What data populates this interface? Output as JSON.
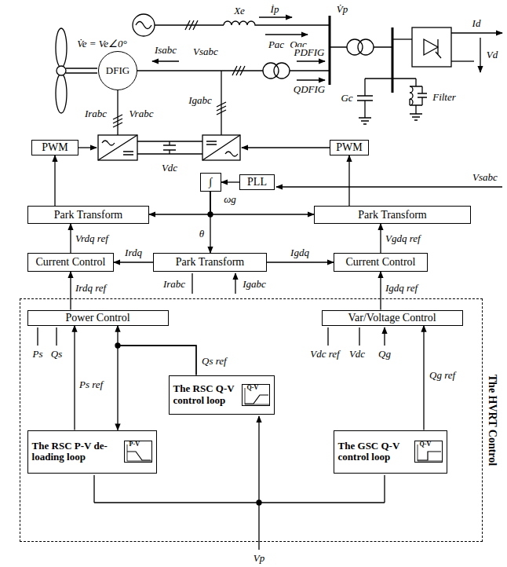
{
  "diagram": {
    "nodes": [
      {
        "text": [
          "DFIG"
        ]
      },
      {
        "text": [
          "PWM"
        ]
      },
      {
        "text": [
          "PWM"
        ]
      },
      {
        "text": [
          "∫"
        ]
      },
      {
        "text": [
          "PLL"
        ]
      },
      {
        "text": [
          "Park Transform"
        ]
      },
      {
        "text": [
          "Park Transform"
        ]
      },
      {
        "text": [
          "Current Control"
        ]
      },
      {
        "text": [
          "Park Transform"
        ]
      },
      {
        "text": [
          "Current Control"
        ]
      },
      {
        "text": [
          "The HVRT Control"
        ]
      },
      {
        "text": [
          "Power Control"
        ],
        "in": 10
      },
      {
        "text": [
          "Var/Voltage Control"
        ],
        "in": 10
      },
      {
        "text": [
          "The RSC Q-V control loop",
          "Q-V"
        ],
        "in": 10
      },
      {
        "text": [
          "The RSC P-V de-loading loop",
          "P-V"
        ],
        "in": 10
      },
      {
        "text": [
          "The GSC Q-V control loop",
          "Q-V"
        ],
        "in": 10
      }
    ],
    "edges": [
      {
        "from": 4,
        "to": 3,
        "arrow": "to"
      },
      {
        "from": 3,
        "to": 5,
        "arrow": "to"
      },
      {
        "from": 3,
        "to": 6,
        "arrow": "to"
      },
      {
        "from": 3,
        "to": 8,
        "arrow": "to"
      },
      {
        "from": 5,
        "to": 1,
        "arrow": "to"
      },
      {
        "from": 6,
        "to": 2,
        "arrow": "to"
      },
      {
        "from": 7,
        "to": 5,
        "label": "Vrdq ref",
        "arrow": "to"
      },
      {
        "from": 9,
        "to": 6,
        "label": "Vgdq ref",
        "arrow": "to"
      },
      {
        "from": 8,
        "to": 7,
        "label": "Irdq",
        "arrow": "to"
      },
      {
        "from": 8,
        "to": 9,
        "label": "Igdq",
        "arrow": "to"
      },
      {
        "from": 11,
        "to": 7,
        "label": "Irdq ref",
        "arrow": "to"
      },
      {
        "from": 12,
        "to": 9,
        "label": "Igdq ref",
        "arrow": "to"
      },
      {
        "from": 14,
        "to": 11,
        "label": "Ps ref",
        "arrow": "to"
      },
      {
        "from": 13,
        "to": 11,
        "label": "Qs ref",
        "arrow": "to"
      },
      {
        "from": 13,
        "to": 14,
        "arrow": "to"
      },
      {
        "from": 15,
        "to": 12,
        "label": "Qg ref",
        "arrow": "to"
      }
    ],
    "labels": [
      "V̇e = Ve∠0°",
      "Xe",
      "İp",
      "V̇p",
      "Pac",
      "Qac",
      "Id",
      "Vd",
      "Isabc",
      "Vsabc",
      "PDFIG",
      "QDFIG",
      "Gc",
      "Filter",
      "Irabc",
      "Vrabc",
      "Igabc",
      "Vdc",
      "ωg",
      "θ",
      "Vsabc",
      "Irabc",
      "Igabc",
      "Ps",
      "Qs",
      "Vdc ref",
      "Vdc",
      "Qg",
      "Vp"
    ]
  }
}
